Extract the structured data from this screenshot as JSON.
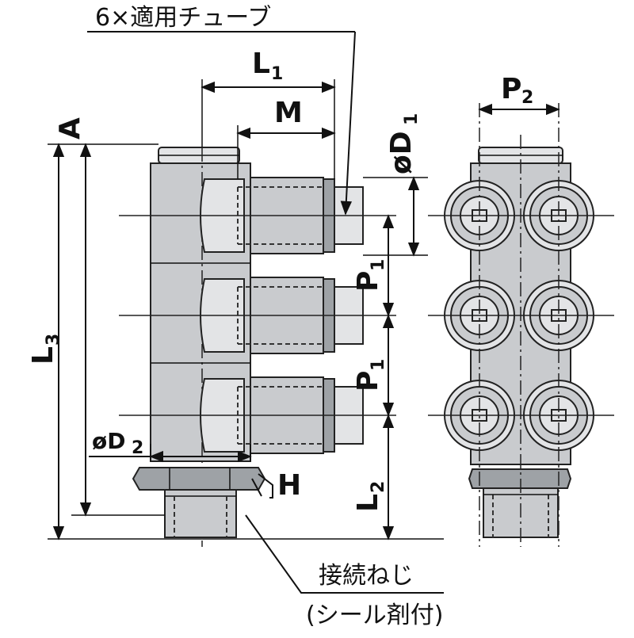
{
  "labels": {
    "tube_note": "6×適用チューブ",
    "L1": "L",
    "L1_sub": "1",
    "M": "M",
    "D1": "øD",
    "D1_sub": "1",
    "A": "A",
    "L3": "L",
    "L3_sub": "3",
    "P1_upper": "P",
    "P1_upper_sub": "1",
    "P1_lower": "P",
    "P1_lower_sub": "1",
    "D2": "øD",
    "D2_sub": "2",
    "H": "H",
    "L2": "L",
    "L2_sub": "2",
    "P2": "P",
    "P2_sub": "2",
    "thread": "接続ねじ",
    "seal": "(シール剤付)"
  }
}
